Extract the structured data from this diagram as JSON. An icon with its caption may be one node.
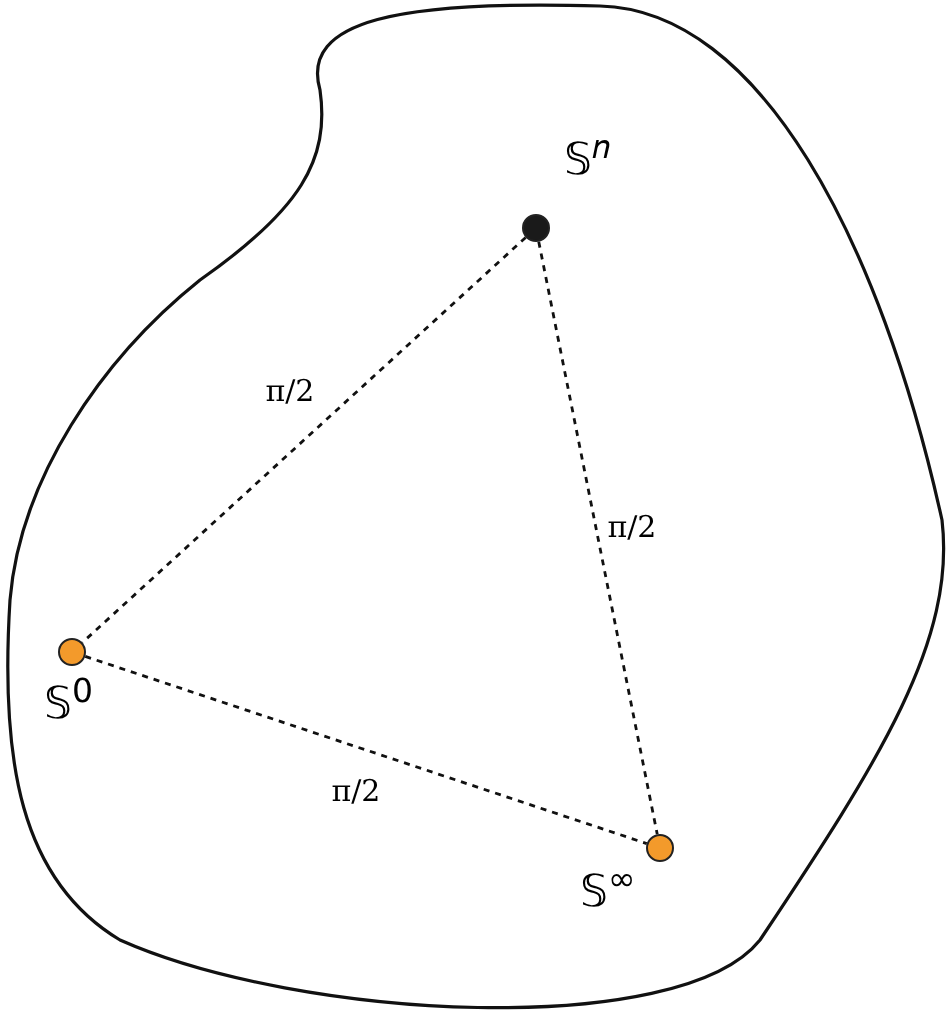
{
  "diagram": {
    "nodes": [
      {
        "text": [],
        "shape": "circle",
        "beside": [
          "𝕊$^{𝑛}$"
        ]
      },
      {
        "text": [],
        "shape": "circle",
        "beside": [
          "𝕊$^{0}$"
        ]
      },
      {
        "text": [],
        "shape": "circle",
        "beside": [
          "𝕊$^{∞}$"
        ]
      }
    ],
    "edges": [
      {
        "from": 0,
        "to": 1,
        "arrow": "none",
        "label": "π/2",
        "style": "dashed"
      },
      {
        "from": 0,
        "to": 2,
        "arrow": "none",
        "label": "π/2",
        "style": "dashed"
      },
      {
        "from": 1,
        "to": 2,
        "arrow": "none",
        "label": "π/2",
        "style": "dashed"
      }
    ]
  }
}
